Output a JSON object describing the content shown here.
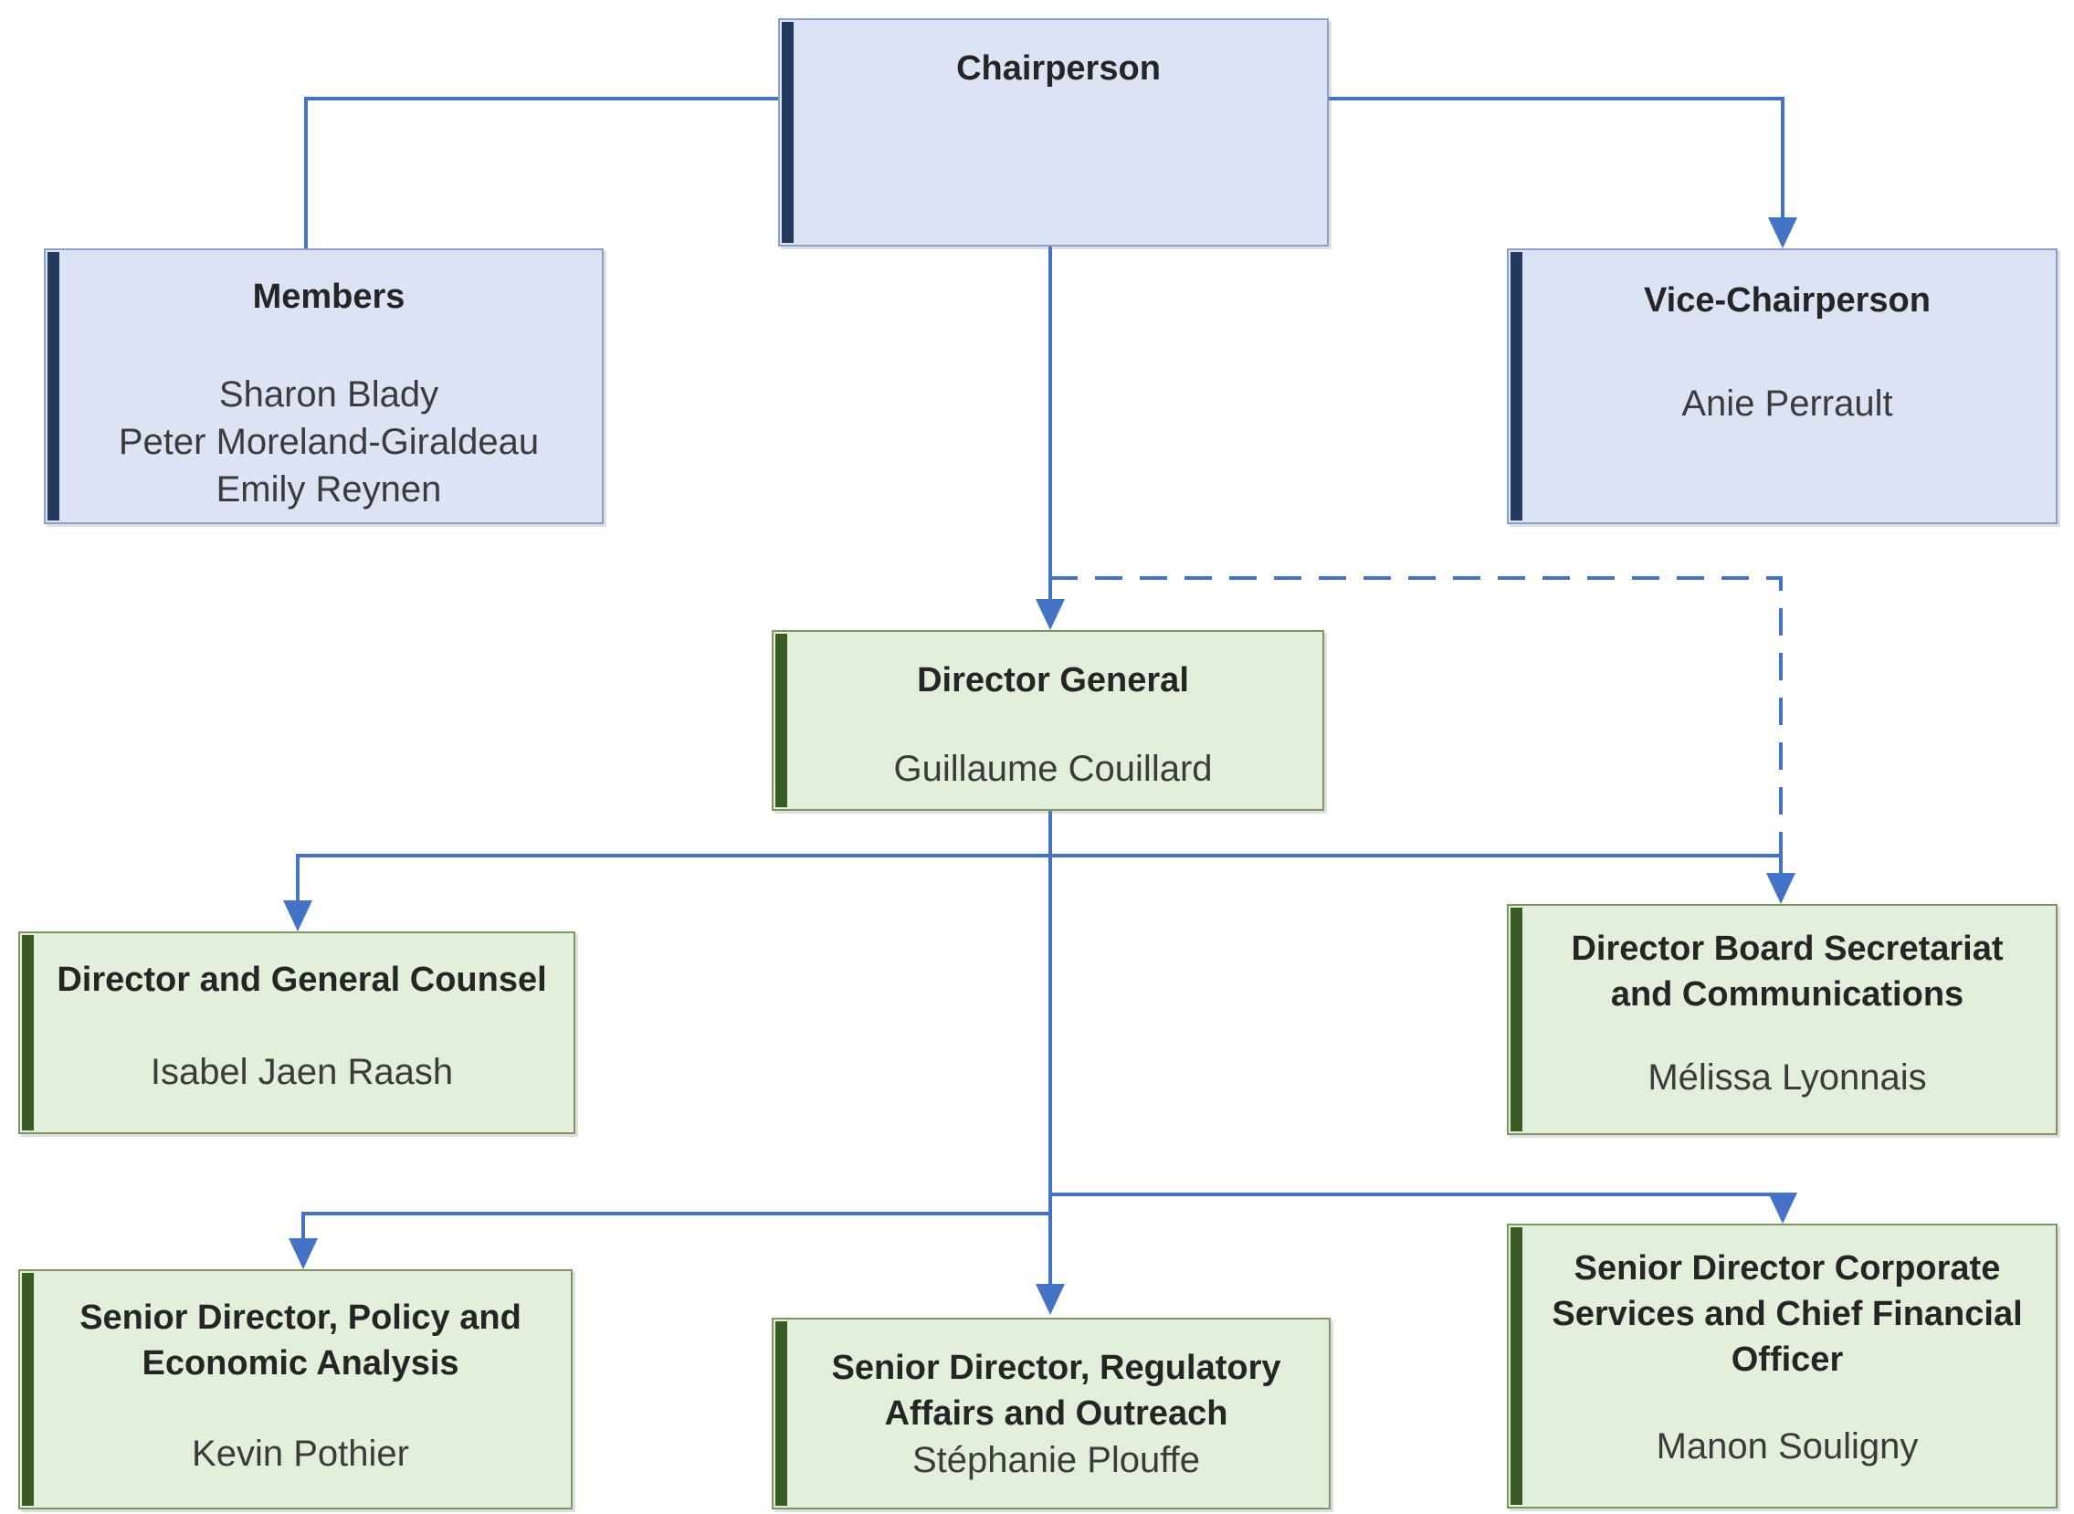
{
  "diagram": {
    "type": "organizational-chart",
    "organization_levels": [
      "Board",
      "Executive",
      "Directors",
      "Senior Directors"
    ]
  },
  "colors": {
    "connector_blue": "#4472C4",
    "board_box_fill": "#DBE3F4",
    "board_box_border": "#8BA0C9",
    "board_accent": "#24395E",
    "staff_box_fill": "#E2EFDA",
    "staff_box_border": "#7E9663",
    "staff_accent": "#3A5A23",
    "title_text": "#252525",
    "name_text": "#3B3B3B"
  },
  "boxes": {
    "chairperson": {
      "title": "Chairperson",
      "names": []
    },
    "members": {
      "title": "Members",
      "names": [
        "Sharon Blady",
        "Peter Moreland-Giraldeau",
        "Emily Reynen"
      ]
    },
    "vice_chairperson": {
      "title": "Vice-Chairperson",
      "names": [
        "Anie Perrault"
      ]
    },
    "director_general": {
      "title": "Director General",
      "names": [
        "Guillaume Couillard"
      ]
    },
    "general_counsel": {
      "title": "Director and General Counsel",
      "names": [
        "Isabel Jaen Raash"
      ]
    },
    "board_secretariat": {
      "title": "Director Board Secretariat and Communications",
      "names": [
        "Mélissa Lyonnais"
      ]
    },
    "policy": {
      "title": "Senior Director, Policy and Economic Analysis",
      "names": [
        "Kevin Pothier"
      ]
    },
    "regulatory": {
      "title": "Senior Director, Regulatory Affairs and Outreach",
      "names": [
        "Stéphanie Plouffe"
      ]
    },
    "corporate": {
      "title": "Senior Director Corporate Services and Chief Financial Officer",
      "names": [
        "Manon Souligny"
      ]
    }
  },
  "connections": [
    {
      "from": "chairperson",
      "to": "members",
      "style": "solid",
      "arrow": false
    },
    {
      "from": "chairperson",
      "to": "vice_chairperson",
      "style": "solid",
      "arrow": true
    },
    {
      "from": "chairperson",
      "to": "director_general",
      "style": "solid",
      "arrow": true
    },
    {
      "from": "chairperson",
      "to": "board_secretariat",
      "style": "dashed",
      "arrow": true
    },
    {
      "from": "director_general",
      "to": "general_counsel",
      "style": "solid",
      "arrow": true
    },
    {
      "from": "director_general",
      "to": "board_secretariat",
      "style": "solid",
      "arrow": true
    },
    {
      "from": "director_general",
      "to": "policy",
      "style": "solid",
      "arrow": true
    },
    {
      "from": "director_general",
      "to": "regulatory",
      "style": "solid",
      "arrow": true
    },
    {
      "from": "director_general",
      "to": "corporate",
      "style": "solid",
      "arrow": true
    }
  ]
}
